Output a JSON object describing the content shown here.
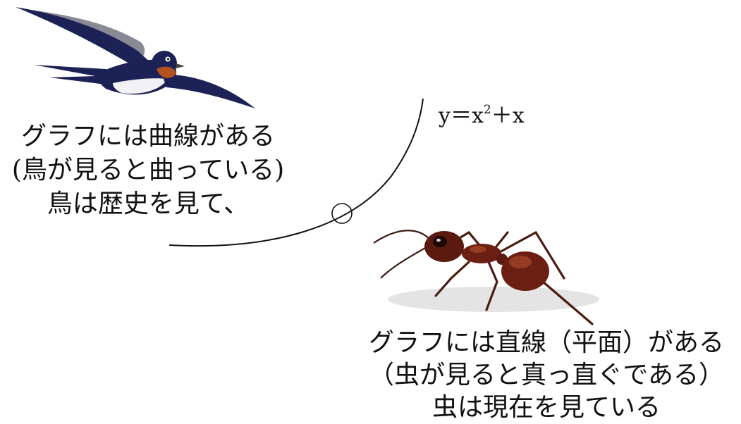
{
  "equation": {
    "lhs": "y＝x",
    "exponent": "2",
    "rhs": "＋x"
  },
  "bird_caption": {
    "line1": "グラフには曲線がある",
    "line2": "(鳥が見ると曲っている)",
    "line3": "鳥は歴史を見て、"
  },
  "ant_caption": {
    "line1": "グラフには直線（平面）がある",
    "line2": "（虫が見ると真っ直ぐである）",
    "line3": "虫は現在を見ている"
  },
  "colors": {
    "curve": "#111111",
    "bird_body": "#1c2255",
    "bird_shadow": "#8a8a96",
    "bird_throat": "#b3531f",
    "ant_body": "#6b1f12",
    "ant_highlight": "#a8472a"
  },
  "icons": {
    "bird": "swallow-illustration",
    "ant": "ant-illustration",
    "point": "circle-marker"
  }
}
